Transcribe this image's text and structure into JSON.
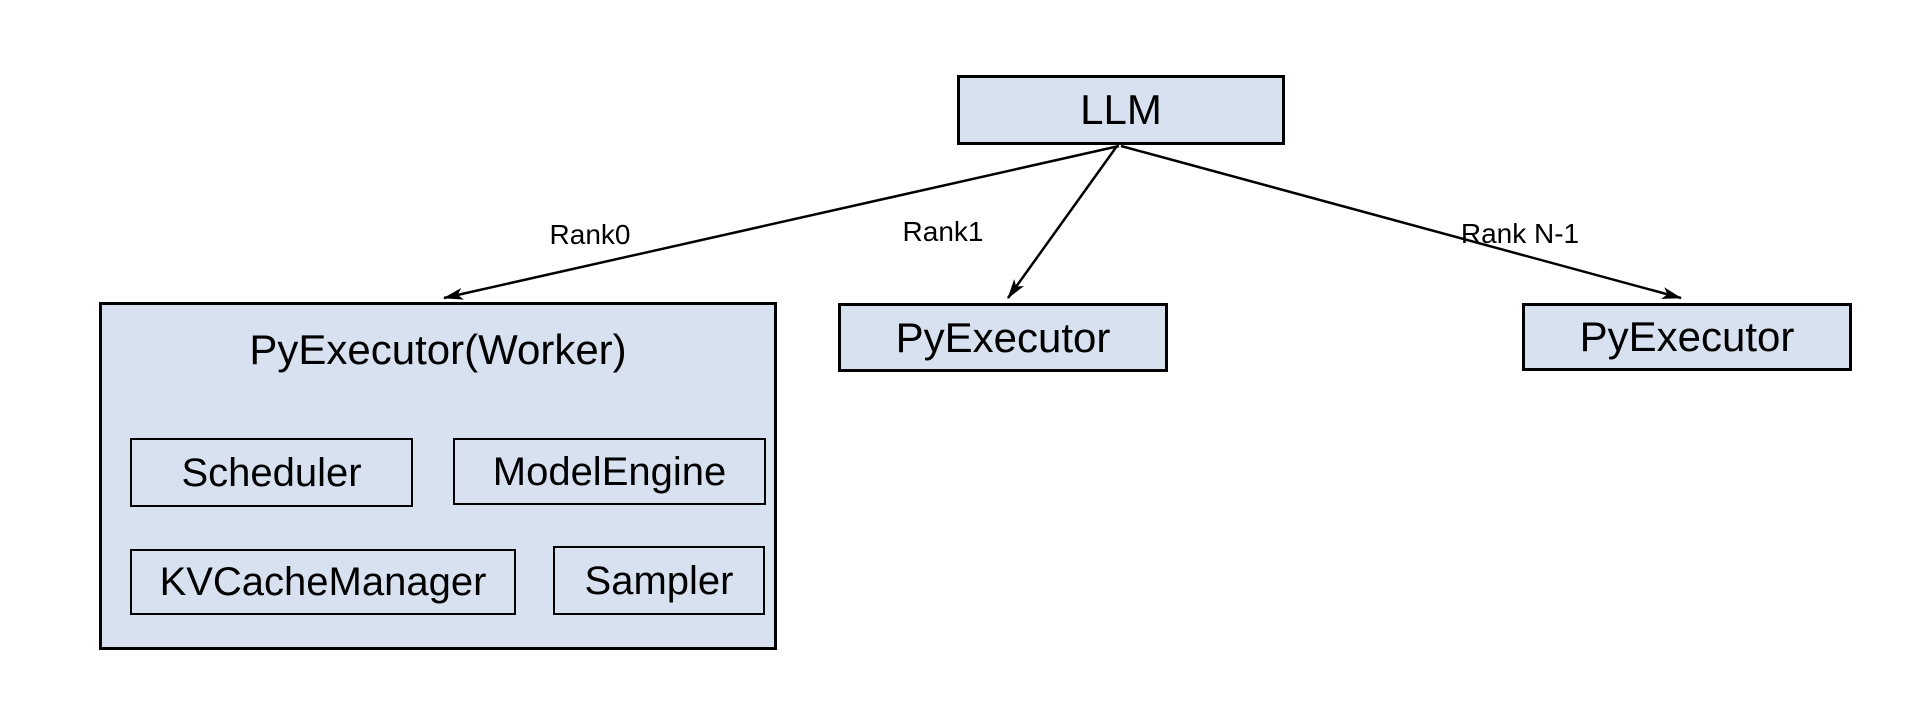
{
  "root": {
    "label": "LLM"
  },
  "edges": [
    {
      "label": "Rank0"
    },
    {
      "label": "Rank1"
    },
    {
      "label": "Rank N-1"
    }
  ],
  "workers": [
    {
      "label": "PyExecutor(Worker)",
      "components": [
        {
          "label": "Scheduler"
        },
        {
          "label": "ModelEngine"
        },
        {
          "label": "KVCacheManager"
        },
        {
          "label": "Sampler"
        }
      ]
    },
    {
      "label": "PyExecutor"
    },
    {
      "label": "PyExecutor"
    }
  ],
  "colors": {
    "background": "#ffffff",
    "node_fill": "#d7e1f0",
    "node_border": "#000000",
    "arrow": "#000000",
    "text": "#000000"
  }
}
